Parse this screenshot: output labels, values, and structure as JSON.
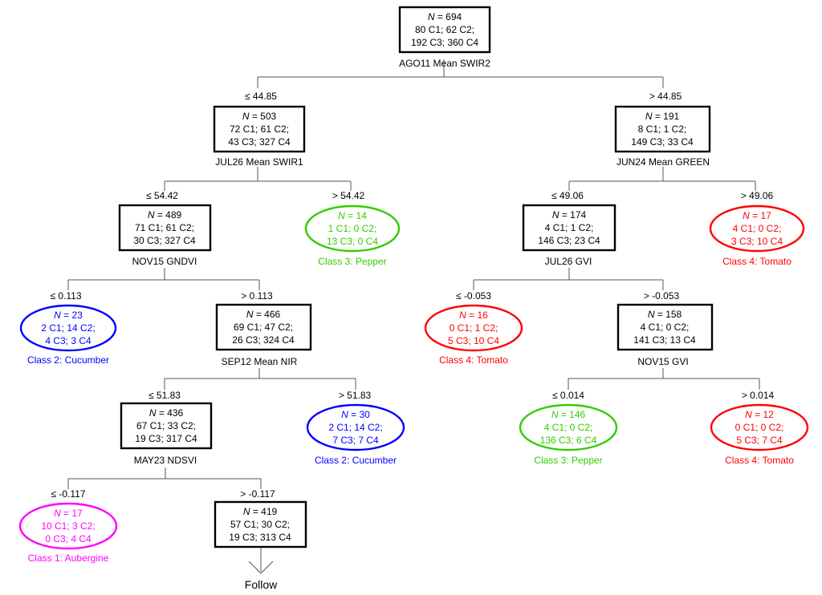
{
  "colors": {
    "aubergine": "#ff00ff",
    "cucumber": "#0000ff",
    "pepper": "#33cc00",
    "tomato": "#ff0000",
    "internal": "#000000"
  },
  "nodes": {
    "root": {
      "n": "N = 694",
      "l1": "80 C1; 62 C2;",
      "l2": "192 C3; 360 C4",
      "split": "AGO11 Mean SWIR2"
    },
    "a": {
      "edge": "≤ 44.85",
      "n": "N = 503",
      "l1": "72 C1; 61 C2;",
      "l2": "43 C3; 327 C4",
      "split": "JUL26 Mean SWIR1"
    },
    "b": {
      "edge": "> 44.85",
      "n": "N = 191",
      "l1": "8 C1; 1 C2;",
      "l2": "149 C3; 33 C4",
      "split": "JUN24 Mean GREEN"
    },
    "aa": {
      "edge": "≤ 54.42",
      "n": "N = 489",
      "l1": "71 C1; 61 C2;",
      "l2": "30 C3; 327 C4",
      "split": "NOV15 GNDVI"
    },
    "ab": {
      "edge": "> 54.42",
      "n": "N = 14",
      "l1": "1 C1; 0 C2;",
      "l2": "13 C3; 0 C4",
      "cls": "Class 3: Pepper"
    },
    "ba": {
      "edge": "≤ 49.06",
      "n": "N = 174",
      "l1": "4 C1; 1 C2;",
      "l2": "146 C3; 23 C4",
      "split": "JUL26 GVI"
    },
    "bb": {
      "edge": "> 49.06",
      "n": "N = 17",
      "l1": "4 C1; 0 C2;",
      "l2": "3 C3; 10 C4",
      "cls": "Class 4: Tomato"
    },
    "aaa": {
      "edge": "≤ 0.113",
      "n": "N = 23",
      "l1": "2 C1; 14 C2;",
      "l2": "4 C3; 3 C4",
      "cls": "Class 2: Cucumber"
    },
    "aab": {
      "edge": "> 0.113",
      "n": "N = 466",
      "l1": "69 C1; 47 C2;",
      "l2": "26 C3; 324 C4",
      "split": "SEP12 Mean NIR"
    },
    "baa": {
      "edge": "≤ -0.053",
      "n": "N = 16",
      "l1": "0 C1; 1 C2;",
      "l2": "5 C3; 10 C4",
      "cls": "Class 4: Tomato"
    },
    "bab": {
      "edge": "> -0.053",
      "n": "N = 158",
      "l1": "4 C1; 0 C2;",
      "l2": "141 C3; 13 C4",
      "split": "NOV15 GVI"
    },
    "aaba": {
      "edge": "≤ 51.83",
      "n": "N = 436",
      "l1": "67 C1; 33 C2;",
      "l2": "19 C3; 317 C4",
      "split": "MAY23 NDSVI"
    },
    "aabb": {
      "edge": "> 51.83",
      "n": "N = 30",
      "l1": "2 C1; 14 C2;",
      "l2": "7 C3; 7 C4",
      "cls": "Class 2: Cucumber"
    },
    "baba": {
      "edge": "≤ 0.014",
      "n": "N = 146",
      "l1": "4 C1; 0 C2;",
      "l2": "136 C3; 6 C4",
      "cls": "Class 3: Pepper"
    },
    "babb": {
      "edge": "> 0.014",
      "n": "N = 12",
      "l1": "0 C1; 0 C2;",
      "l2": "5 C3; 7 C4",
      "cls": "Class 4: Tomato"
    },
    "aabaa": {
      "edge": "≤ -0.117",
      "n": "N = 17",
      "l1": "10 C1; 3 C2;",
      "l2": "0 C3; 4 C4",
      "cls": "Class 1: Aubergine"
    },
    "aabab": {
      "edge": "> -0.117",
      "n": "N = 419",
      "l1": "57 C1; 30 C2;",
      "l2": "19 C3; 313 C4"
    }
  },
  "follow_label": "Follow"
}
